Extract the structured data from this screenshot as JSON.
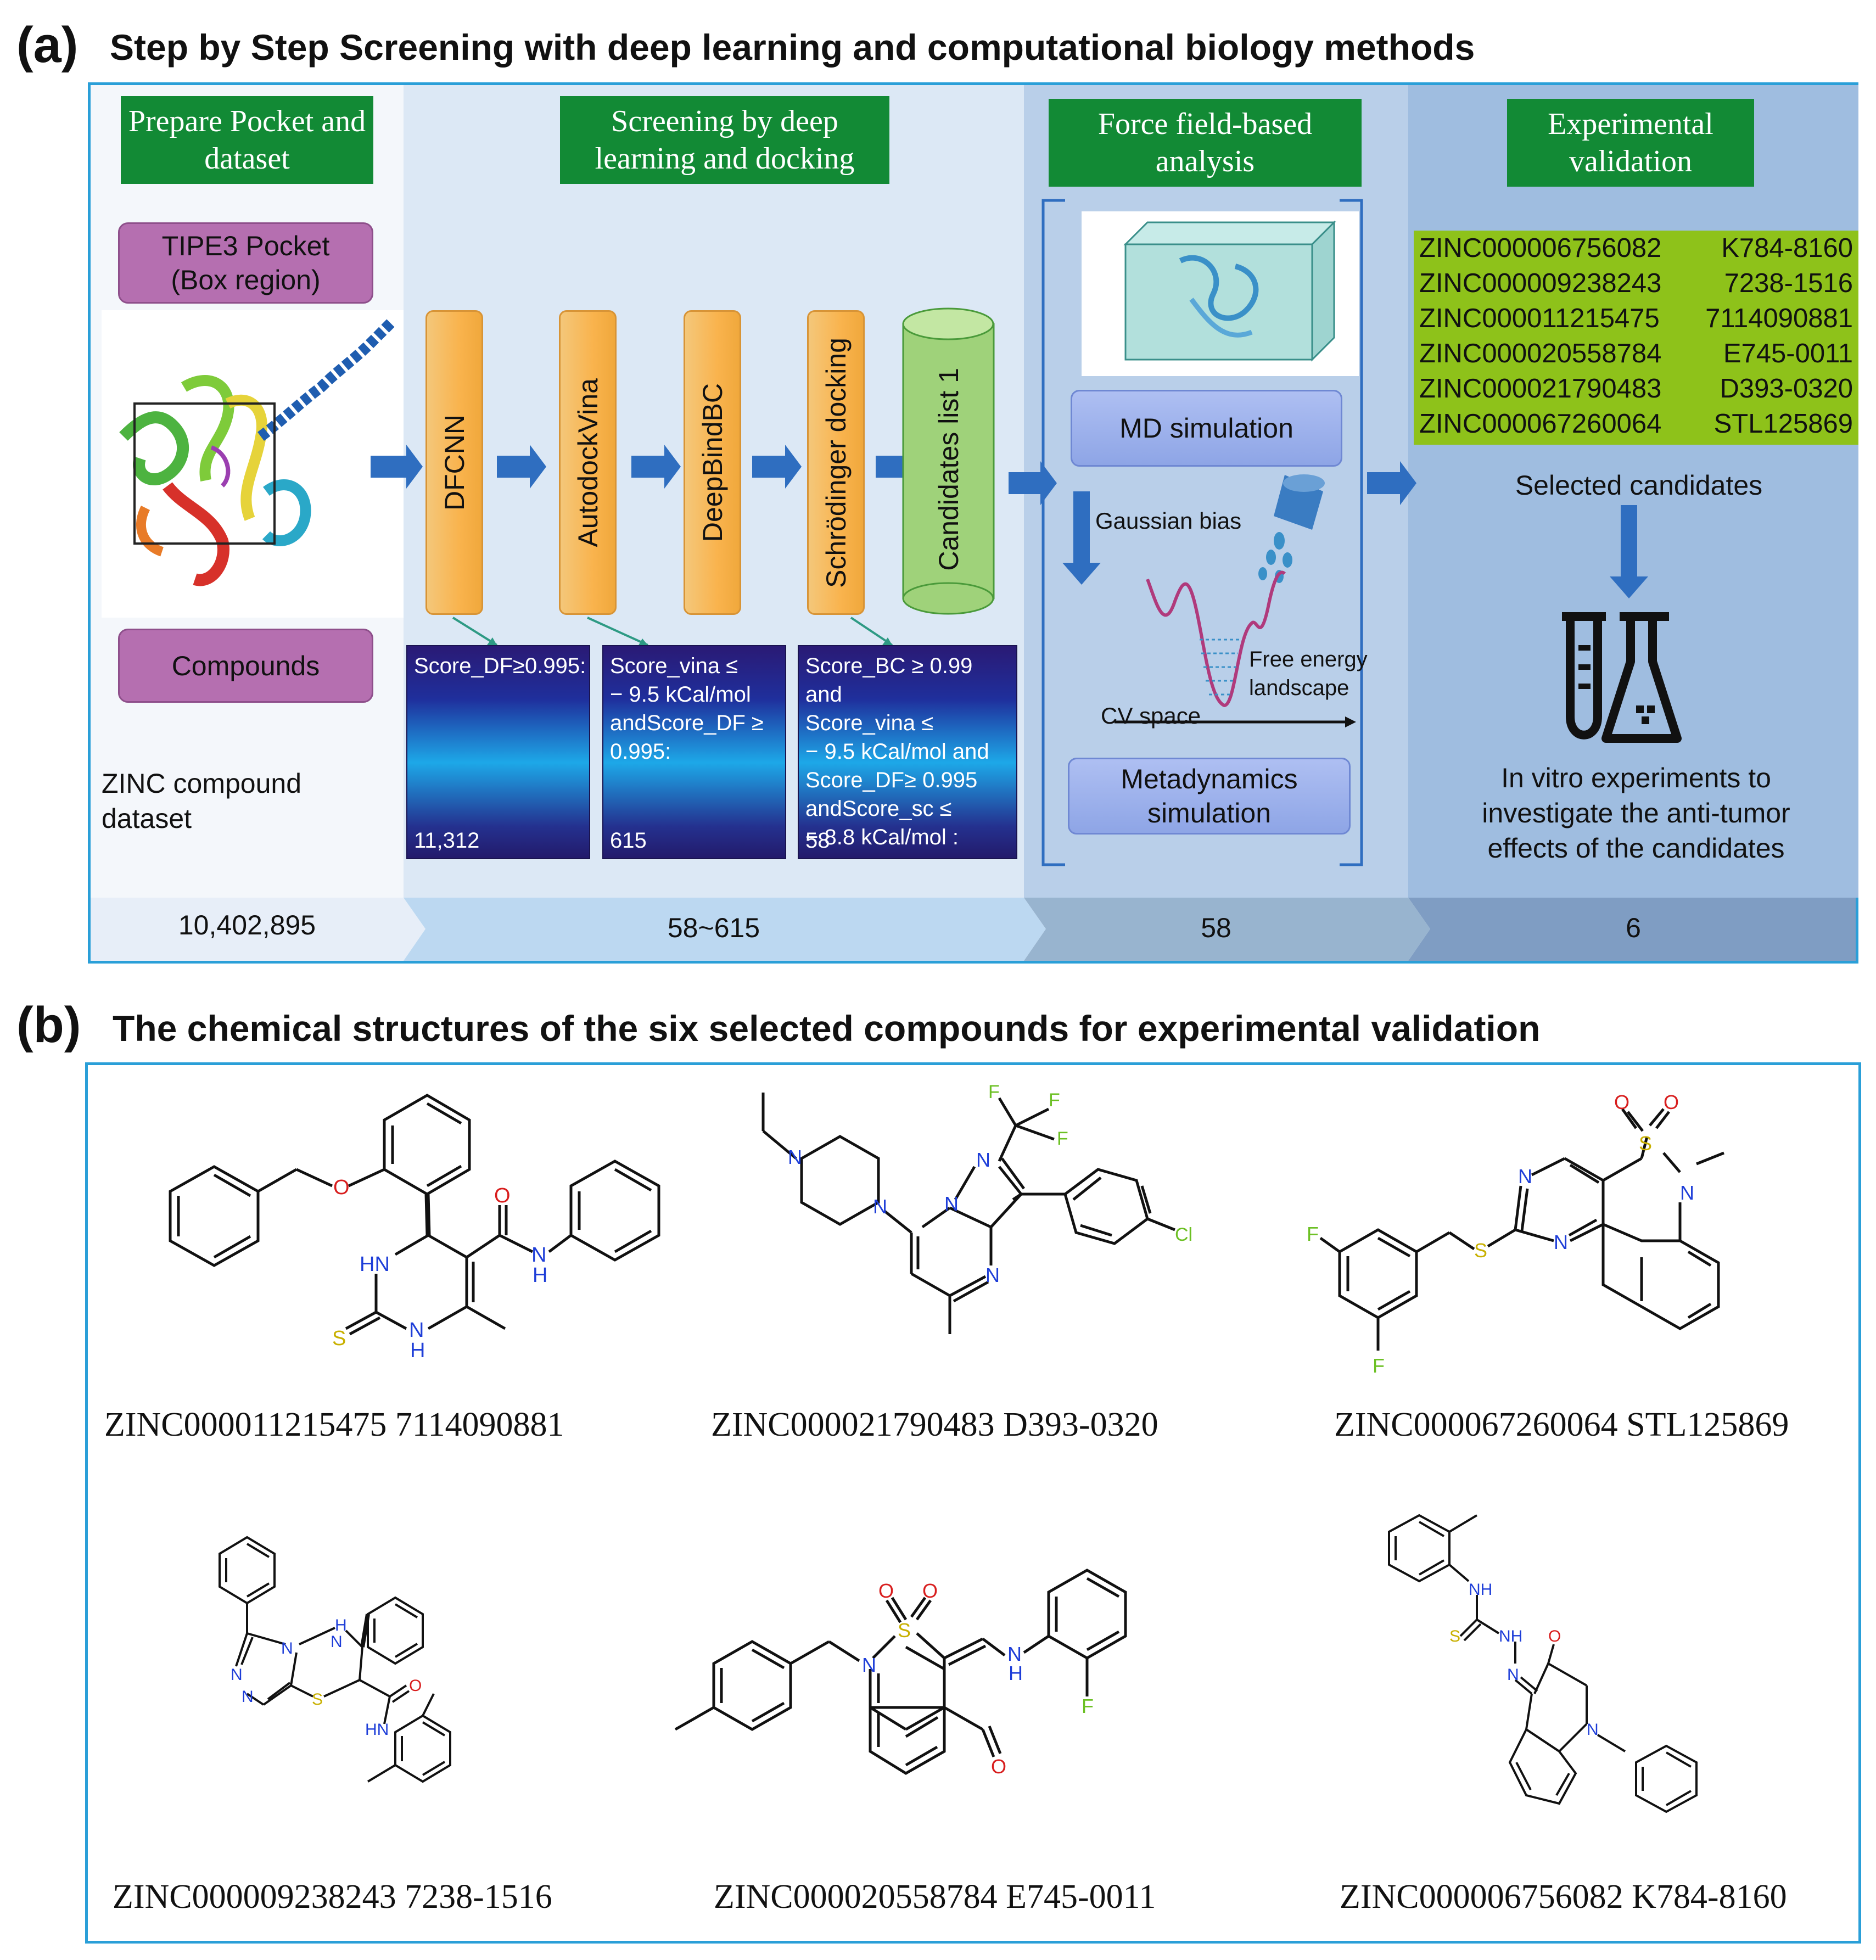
{
  "panel_a": {
    "label": "(a)",
    "title": "Step by Step Screening with deep learning and computational biology methods",
    "stages": {
      "prepare": "Prepare Pocket and dataset",
      "screen": "Screening by deep learning and docking",
      "force": "Force field-based analysis",
      "exp": "Experimental validation"
    },
    "pocket": "TIPE3 Pocket (Box region)",
    "compounds": "Compounds",
    "zinc_dataset": "ZINC compound dataset",
    "methods": [
      "DFCNN",
      "AutodockVina",
      "DeepBindBC",
      "Schrödinger docking"
    ],
    "candidates_list": "Candidates list 1",
    "scores": [
      {
        "lines": [
          "Score_DF≥0.995:"
        ],
        "count": "11,312"
      },
      {
        "lines": [
          "Score_vina ≤",
          "− 9.5 kCal/mol",
          "andScore_DF ≥",
          "0.995:"
        ],
        "count": "615"
      },
      {
        "lines": [
          "Score_BC ≥ 0.99 and",
          "Score_vina ≤",
          "− 9.5 kCal/mol and",
          "Score_DF≥ 0.995",
          "andScore_sc ≤",
          "− 8.8 kCal/mol :"
        ],
        "count": "58"
      }
    ],
    "md": "MD simulation",
    "gaussian": "Gaussian bias",
    "free_energy": "Free energy landscape",
    "cv": "CV space",
    "meta": "Metadynamics simulation",
    "zinc_list": [
      [
        "ZINC000006756082",
        "K784-8160"
      ],
      [
        "ZINC000009238243",
        "7238-1516"
      ],
      [
        "ZINC000011215475",
        "7114090881"
      ],
      [
        "ZINC000020558784",
        "E745-0011"
      ],
      [
        "ZINC000021790483",
        "D393-0320"
      ],
      [
        "ZINC000067260064",
        "STL125869"
      ]
    ],
    "selected": "Selected candidates",
    "invitro": "In vitro experiments to investigate the anti-tumor effects of the candidates",
    "counts": [
      "10,402,895",
      "58~615",
      "58",
      "6"
    ]
  },
  "panel_b": {
    "label": "(b)",
    "title": "The chemical structures of the six selected compounds for experimental validation",
    "captions": [
      "ZINC000011215475  7114090881",
      "ZINC000021790483  D393-0320",
      "ZINC000067260064  STL125869",
      "ZINC000009238243  7238-1516",
      "ZINC000020558784  E745-0011",
      "ZINC000006756082  K784-8160"
    ],
    "atoms": {
      "o": "O",
      "hn": "HN",
      "nh": "NH",
      "n": "N",
      "h": "H",
      "s": "S",
      "f": "F",
      "cl": "Cl"
    }
  },
  "colors": {
    "green_head": "#128a35",
    "frame": "#2a9fd8",
    "arrow": "#2f6ec0",
    "pill": "#b56fb0",
    "orange": "#f9b34d",
    "zinc_green": "#8ec21a"
  }
}
